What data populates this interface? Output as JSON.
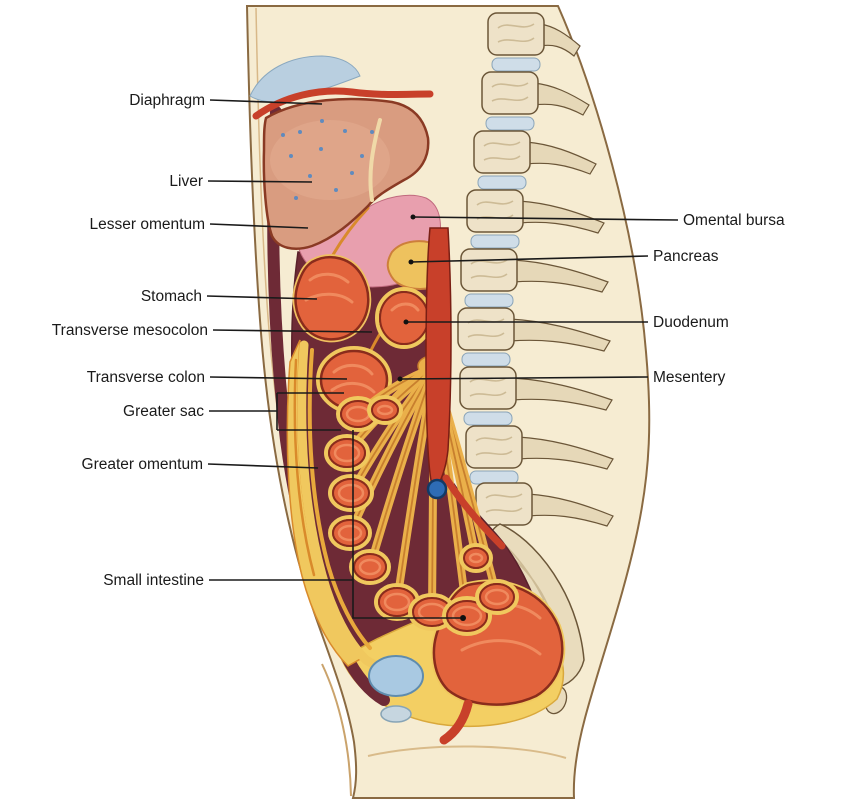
{
  "labels": {
    "left": [
      {
        "text": "Diaphragm"
      },
      {
        "text": "Liver"
      },
      {
        "text": "Lesser omentum"
      },
      {
        "text": "Stomach"
      },
      {
        "text": "Transverse mesocolon"
      },
      {
        "text": "Transverse colon"
      },
      {
        "text": "Greater sac"
      },
      {
        "text": "Greater omentum"
      },
      {
        "text": "Small intestine"
      }
    ],
    "right": [
      {
        "text": "Omental bursa"
      },
      {
        "text": "Pancreas"
      },
      {
        "text": "Duodenum"
      },
      {
        "text": "Mesentery"
      }
    ]
  },
  "colors": {
    "skin": "#f6ecd2",
    "body_outline": "#8a6a42",
    "organ_orange": "#e2633c",
    "organ_outline": "#8a2c1c",
    "cavity_maroon": "#6e2a36",
    "liver": "#d99c80",
    "pink_omentum": "#e89fae",
    "pancreas_yellow": "#eec25e",
    "fat_yellow": "#f0c85e",
    "mesentery_yellow": "#eab04a",
    "bone": "#eee2c8",
    "disc_blue": "#cfdde8",
    "pleura_blue": "#b9cfe0",
    "vessel_red": "#c8402a",
    "vein_blue": "#2e6cb5",
    "label_text": "#1a1a1a"
  }
}
